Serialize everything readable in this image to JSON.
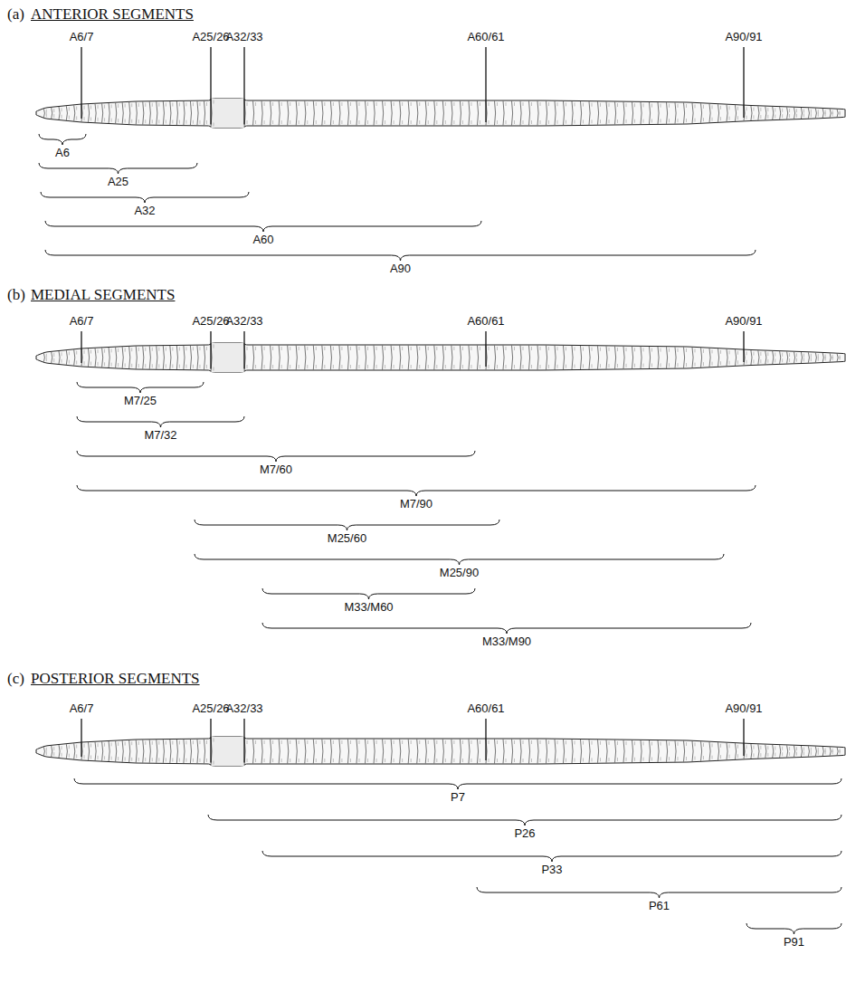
{
  "diagram": {
    "labels": [
      "(a)",
      "ANTERIOR SEGMENTS",
      "A6/7",
      "A25/26",
      "A32/33",
      "A60/61",
      "A90/91",
      "A6",
      "A25",
      "A32",
      "A60",
      "A90",
      "(b)",
      "MEDIAL SEGMENTS",
      "A6/7",
      "A25/26",
      "A32/33",
      "A60/61",
      "A90/91",
      "M7/25",
      "M7/32",
      "M7/60",
      "M7/90",
      "M25/60",
      "M25/90",
      "M33/M60",
      "M33/M90",
      "(c)",
      "POSTERIOR SEGMENTS",
      "A6/7",
      "A25/26",
      "A32/33",
      "A60/61",
      "A90/91",
      "P7",
      "P26",
      "P33",
      "P61",
      "P91"
    ]
  }
}
